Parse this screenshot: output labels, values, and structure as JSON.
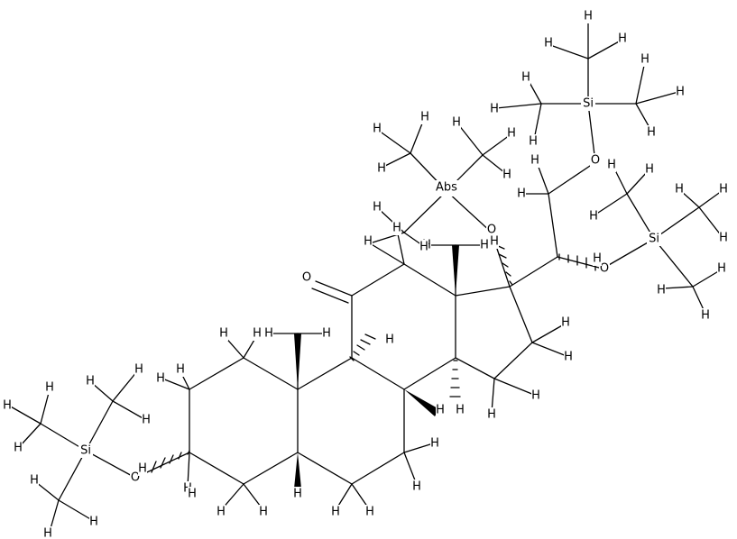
{
  "figure": {
    "atoms": {
      "h": "H",
      "o": "O",
      "si": "Si",
      "abs": "Abs"
    }
  }
}
